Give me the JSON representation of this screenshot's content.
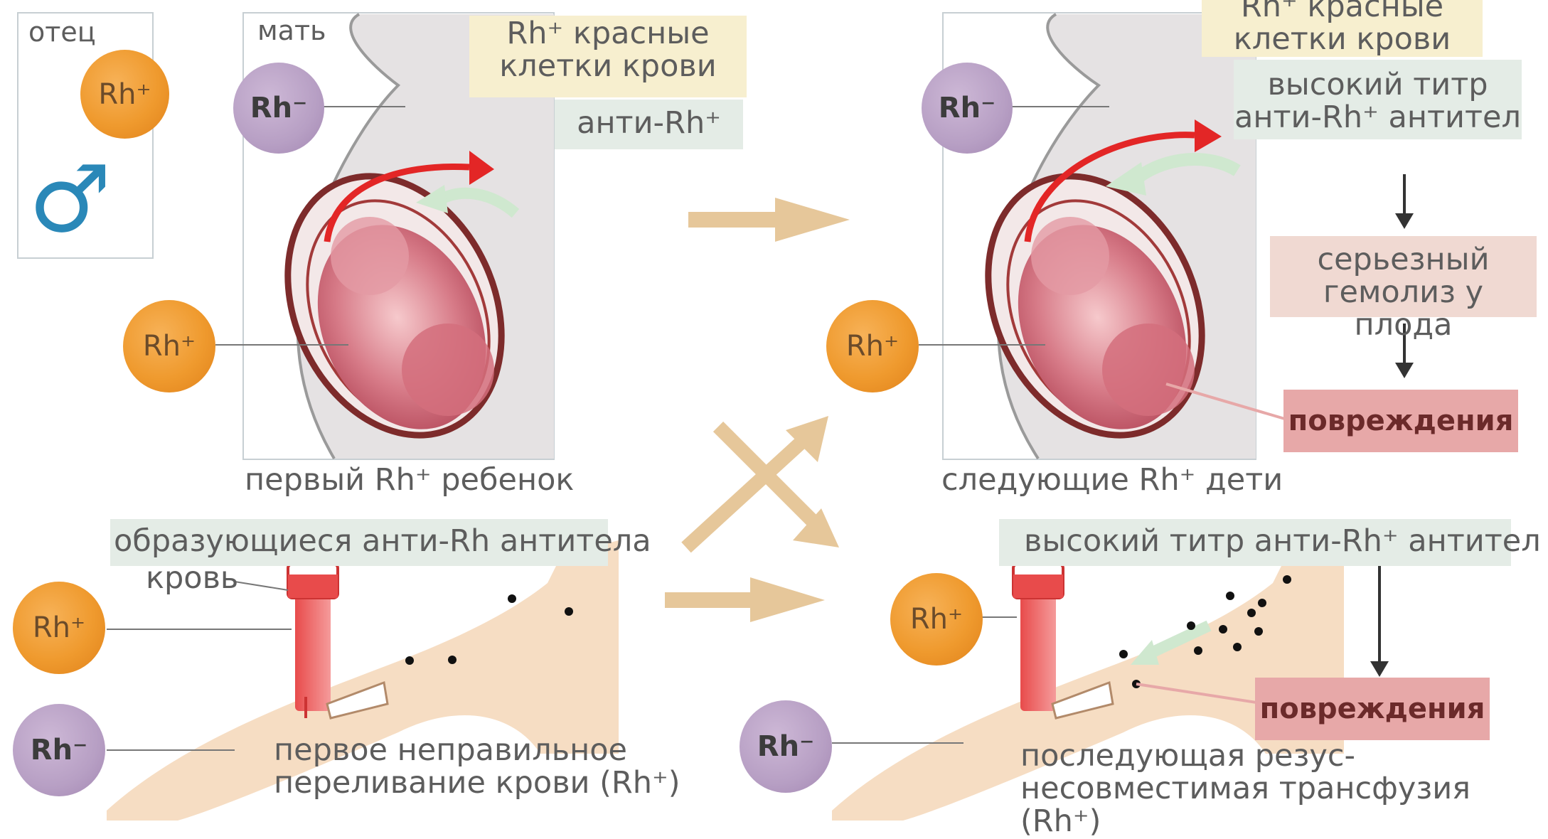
{
  "labels": {
    "father": "отец",
    "mother": "мать",
    "rh_red_cells_top_left": "Rh⁺ красные\nклетки крови",
    "anti_rh_left": "анти-Rh⁺",
    "first_child": "первый Rh⁺ ребенок",
    "next_children": "следующие Rh⁺ дети",
    "rh_red_cells_top_right": "Rh⁺ красные\nклетки крови",
    "high_titer_right": "высокий титр\nанти-Rh⁺ антител",
    "hemolysis": "серьезный\nгемолиз у плода",
    "damage_top": "повреждения",
    "forming_antibodies": "образующиеся анти-Rh антитела",
    "blood": "кровь",
    "first_transfusion": "первое неправильное\nпереливание крови (Rh⁺)",
    "high_titer_bottom": "высокий титр анти-Rh⁺ антител",
    "damage_bottom": "повреждения",
    "subsequent_transfusion": "последующая резус-\nнесовместимая трансфузия (Rh⁺)"
  },
  "badges": {
    "father_rh": "Rh⁺",
    "mother_rh_left": "Rh⁻",
    "fetus_rh_left": "Rh⁺",
    "mother_rh_right": "Rh⁻",
    "fetus_rh_right": "Rh⁺",
    "donor_rh_left": "Rh⁺",
    "recipient_rh_left": "Rh⁻",
    "donor_rh_right": "Rh⁺",
    "recipient_rh_right": "Rh⁻"
  },
  "icons": {
    "male_symbol": "♂"
  },
  "colors": {
    "rh_positive": "#ef9a2e",
    "rh_negative": "#b79fc4",
    "yellow_label": "#f7efcf",
    "green_label": "#e4ece6",
    "pink_label": "#f0d9d2",
    "damage_label": "#e7a8a8",
    "arrow_tan": "#e6c79a",
    "skin": "#f6ddc3"
  }
}
